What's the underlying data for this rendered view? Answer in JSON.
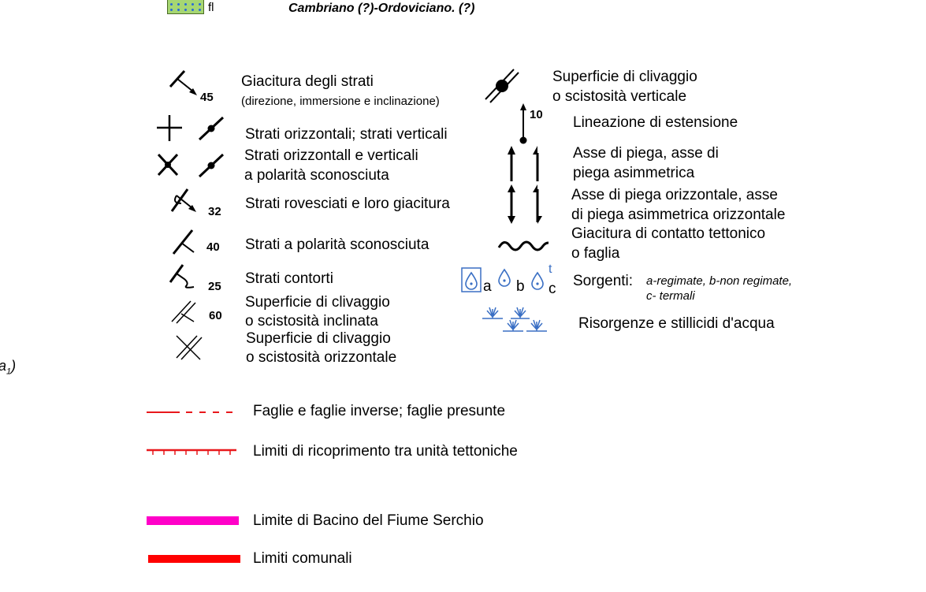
{
  "top": {
    "swatch_code": "fl",
    "formation_line": "Cambriano (?)-Ordoviciano. (?)",
    "margin_fragment": "a",
    "margin_fragment_sub": "1",
    "margin_fragment_close": ")",
    "swatch_color": "#a6d672"
  },
  "left_column": [
    {
      "line1": "Giacitura degli strati",
      "line2": "(direzione, immersione e inclinazione)",
      "value": "45"
    },
    {
      "line1": "Strati orizzontali; strati verticali"
    },
    {
      "line1": "Strati orizzontall e verticali",
      "line2": "a polarità sconosciuta"
    },
    {
      "line1": "Strati rovesciati e loro giacitura",
      "value": "32"
    },
    {
      "line1": "Strati a polarità sconosciuta",
      "value": "40"
    },
    {
      "line1": "Strati contorti",
      "value": "25"
    },
    {
      "line1": "Superficie di clivaggio",
      "line2": "o scistosità inclinata",
      "value": "60"
    },
    {
      "line1": "Superficie di clivaggio",
      "line2": "o scistosità orizzontale"
    }
  ],
  "right_column": [
    {
      "line1": "Superficie di clivaggio",
      "line2": "o scistosità verticale"
    },
    {
      "line1": "Lineazione di estensione",
      "value": "10"
    },
    {
      "line1": "Asse di piega, asse di",
      "line2": "piega asimmetrica"
    },
    {
      "line1": "Asse di piega orizzontale, asse",
      "line2": "di piega asimmetrica orizzontale"
    },
    {
      "line1": "Giacitura di contatto tettonico",
      "line2": "o faglia"
    },
    {
      "label": "Sorgenti:",
      "detail1": "a-regimate, b-non regimate,",
      "detail2": "c- termali",
      "letter_a": "a",
      "letter_b": "b",
      "letter_c": "c",
      "letter_t": "t"
    },
    {
      "line1": "Risorgenze e stillicidi d'acqua"
    }
  ],
  "lines_legend": [
    {
      "label": "Faglie e faglie inverse; faglie presunte"
    },
    {
      "label": "Limiti di ricoprimento tra unità tettoniche"
    },
    {
      "label": "Limite di Bacino del Fiume Serchio"
    },
    {
      "label": "Limiti comunali"
    }
  ],
  "colors": {
    "fault_red": "#e8181c",
    "basin_magenta": "#ff00c8",
    "municipal_red": "#ff0000",
    "spring_blue": "#3a6fc4"
  }
}
